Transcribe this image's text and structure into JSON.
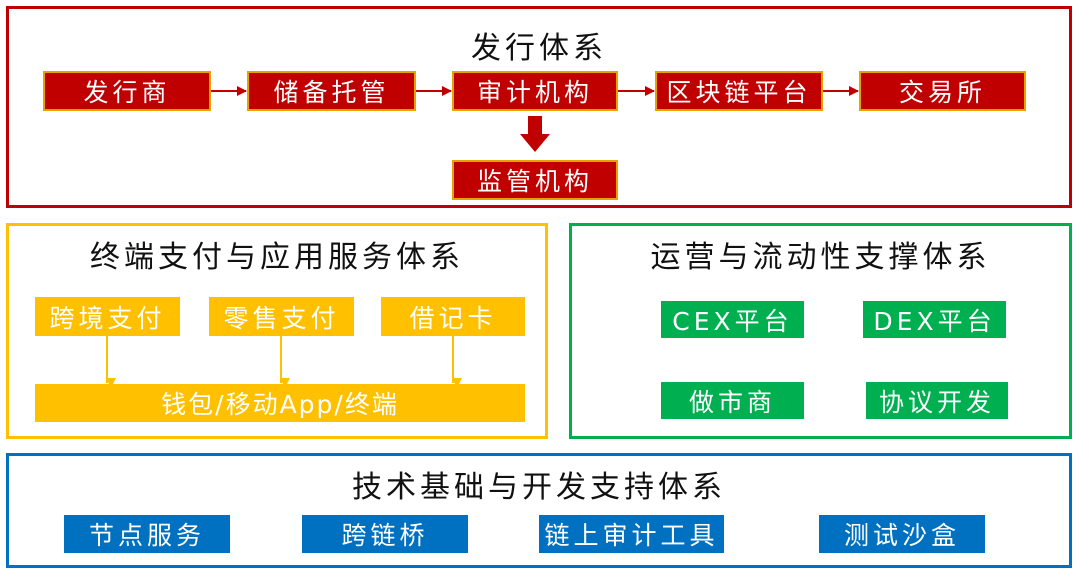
{
  "issuance": {
    "title": "发行体系",
    "flow": [
      "发行商",
      "储备托管",
      "审计机构",
      "区块链平台",
      "交易所"
    ],
    "regulator": "监管机构"
  },
  "payment": {
    "title": "终端支付与应用服务体系",
    "sources": [
      "跨境支付",
      "零售支付",
      "借记卡"
    ],
    "target": "钱包/移动App/终端"
  },
  "operations": {
    "title": "运营与流动性支撑体系",
    "items": [
      "CEX平台",
      "DEX平台",
      "做市商",
      "协议开发"
    ]
  },
  "tech": {
    "title": "技术基础与开发支持体系",
    "items": [
      "节点服务",
      "跨链桥",
      "链上审计工具",
      "测试沙盒"
    ]
  },
  "colors": {
    "red": "#c00000",
    "yellow": "#ffc000",
    "green": "#00b050",
    "blue": "#0070c0"
  }
}
